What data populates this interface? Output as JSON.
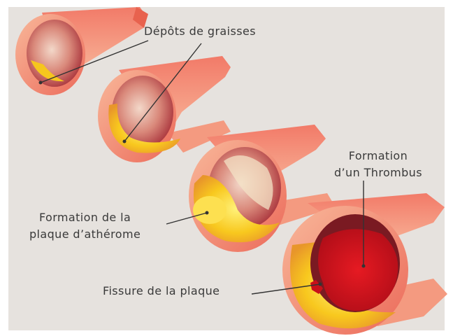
{
  "labels": {
    "fat_deposits": "Dépôts de graisses",
    "thrombus_line1": "Formation",
    "thrombus_line2": "d’un Thrombus",
    "plaque_line1": "Formation de la",
    "plaque_line2": "plaque d’athérome",
    "fissure": "Fissure de la plaque"
  },
  "colors": {
    "background": "#e6e2de",
    "vessel_outer": "#f06a5a",
    "vessel_wall": "#f4a07c",
    "lumen": "#c83a3a",
    "fat": "#f8c21c",
    "thrombus": "#d8141c",
    "leader_line": "#333333"
  }
}
